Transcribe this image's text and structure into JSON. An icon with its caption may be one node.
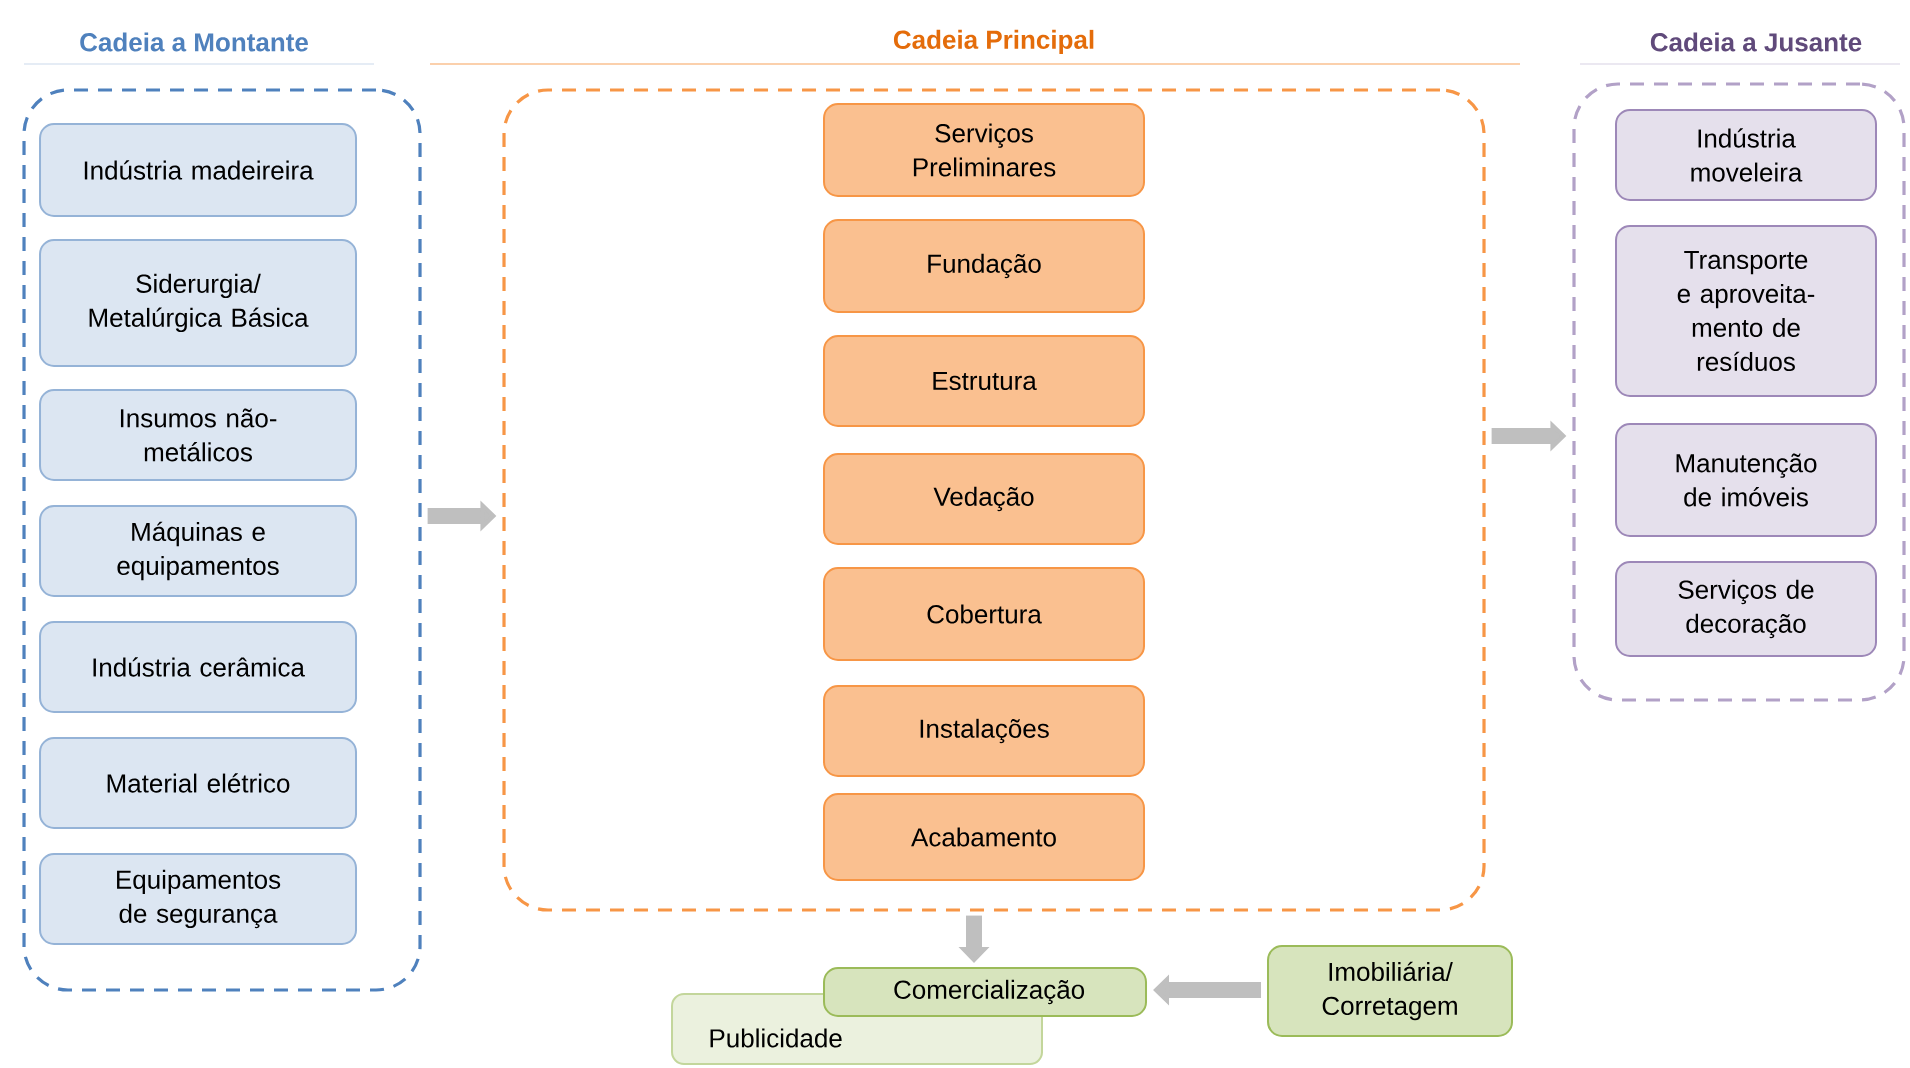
{
  "diagram": {
    "nodes": [
      {
        "text": [
          "Cadeia a Montante"
        ]
      },
      {
        "text": [
          "Indústria madeireira"
        ],
        "in": 0
      },
      {
        "text": [
          "Siderurgia/ Metalúrgica Básica"
        ],
        "in": 0
      },
      {
        "text": [
          "Insumos não-metálicos"
        ],
        "in": 0
      },
      {
        "text": [
          "Máquinas e equipamentos"
        ],
        "in": 0
      },
      {
        "text": [
          "Indústria cerâmica"
        ],
        "in": 0
      },
      {
        "text": [
          "Material elétrico"
        ],
        "in": 0
      },
      {
        "text": [
          "Equipamentos de segurança"
        ],
        "in": 0
      },
      {
        "text": [
          "Cadeia Principal"
        ]
      },
      {
        "text": [
          "Serviços Preliminares"
        ],
        "in": 8
      },
      {
        "text": [
          "Fundação"
        ],
        "in": 8
      },
      {
        "text": [
          "Estrutura"
        ],
        "in": 8
      },
      {
        "text": [
          "Vedação"
        ],
        "in": 8
      },
      {
        "text": [
          "Cobertura"
        ],
        "in": 8
      },
      {
        "text": [
          "Instalações"
        ],
        "in": 8
      },
      {
        "text": [
          "Acabamento"
        ],
        "in": 8
      },
      {
        "text": [
          "Cadeia a Jusante"
        ]
      },
      {
        "text": [
          "Indústria moveleira"
        ],
        "in": 16
      },
      {
        "text": [
          "Transporte e aproveita-mento de resíduos"
        ],
        "in": 16
      },
      {
        "text": [
          "Manutenção de imóveis"
        ],
        "in": 16
      },
      {
        "text": [
          "Serviços de decoração"
        ],
        "in": 16
      },
      {
        "text": [
          "Publicidade"
        ]
      },
      {
        "text": [
          "Comercialização"
        ]
      },
      {
        "text": [
          "Imobiliária/ Corretagem"
        ]
      }
    ],
    "edges": [
      {
        "from": 0,
        "to": 8,
        "arrow": "to"
      },
      {
        "from": 8,
        "to": 16,
        "arrow": "to"
      },
      {
        "from": 8,
        "to": 22,
        "arrow": "to"
      },
      {
        "from": 23,
        "to": 22,
        "arrow": "to"
      }
    ]
  }
}
